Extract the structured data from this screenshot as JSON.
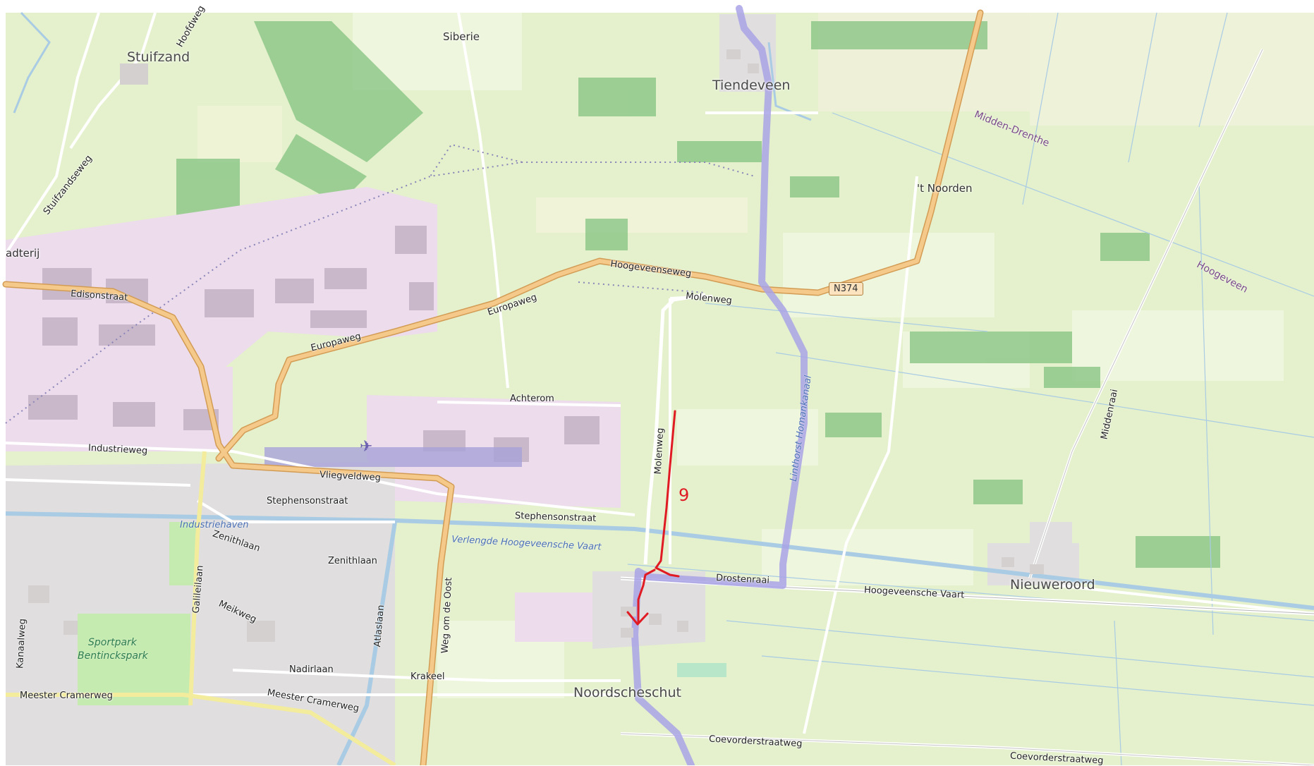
{
  "places": {
    "stuifzand": "Stuifzand",
    "siberie": "Siberie",
    "tiendeveen": "Tiendeveen",
    "t_noorden": "'t Noorden",
    "nieuweroord": "Nieuweroord",
    "noordscheschut": "Noordscheschut",
    "edge_left": "adterij"
  },
  "streets": {
    "hoofdweg": "Hoofdweg",
    "stuifzandseweg": "Stuifzandseweg",
    "edisonstraat": "Edisonstraat",
    "europaweg_1": "Europaweg",
    "europaweg_2": "Europaweg",
    "hoogeveenseweg": "Hoogeveenseweg",
    "molenweg_top": "Molenweg",
    "molenweg_side": "Molenweg",
    "achterom": "Achterom",
    "industrieweg": "Industrieweg",
    "vliegveldweg": "Vliegveldweg",
    "stephensonstraat_1": "Stephensonstraat",
    "stephensonstraat_2": "Stephensonstraat",
    "zenithlaan_1": "Zenithlaan",
    "zenithlaan_2": "Zenithlaan",
    "galileilaan": "Galileilaan",
    "meikweg": "Meikweg",
    "atlaslaan": "Atlaslaan",
    "weg_om_de_oost": "Weg om de Oost",
    "nadirlaan": "Nadirlaan",
    "krakeel": "Krakeel",
    "kanaalweg": "Kanaalweg",
    "meester_cramerweg_1": "Meester Cramerweg",
    "meester_cramerweg_2": "Meester Cramerweg",
    "drostenraai": "Drostenraai",
    "hoogeveensche_vaart_road": "Hoogeveensche Vaart",
    "coevorderstraatweg_1": "Coevorderstraatweg",
    "coevorderstraatweg_2": "Coevorderstraatweg",
    "middenraai": "Middenraai"
  },
  "water": {
    "industriehaven": "Industriehaven",
    "verlengde_vaart": "Verlengde Hoogeveensche Vaart",
    "linthorst_homankanaal": "Linthorst Homankanaal"
  },
  "parks": {
    "sportpark_1": "Sportpark",
    "sportpark_2": "Bentinckspark"
  },
  "admin": {
    "midden_drenthe": "Midden-Drenthe",
    "hoogeveen": "Hoogeveen"
  },
  "shields": {
    "n374": "N374"
  },
  "annotation": {
    "route_number": "9",
    "color": "#e01b24"
  },
  "colors": {
    "farmland": "#e4f1cc",
    "industrial": "#ecdcec",
    "residential": "#e0dede",
    "forest": "#8fc88a",
    "water": "#a9cbe4",
    "primary_road": "#f5c98a",
    "cycle_route": "#a9a3e6"
  }
}
